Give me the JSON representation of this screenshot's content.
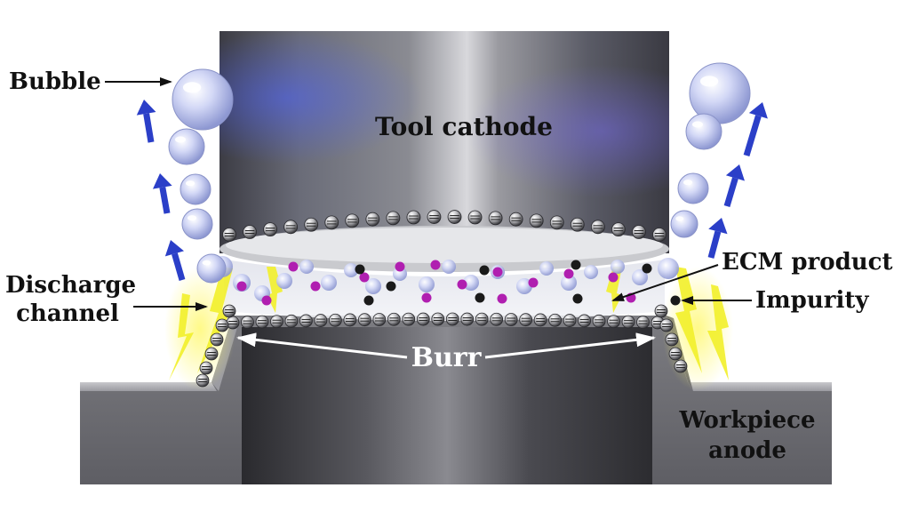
{
  "labels": {
    "tool_cathode": "Tool cathode",
    "bubble": "Bubble",
    "ecm_product": "ECM product",
    "impurity": "Impurity",
    "discharge_line1": "Discharge",
    "discharge_line2": "channel",
    "burr": "Burr",
    "workpiece_line1": "Workpiece",
    "workpiece_line2": "anode"
  },
  "colors": {
    "background": "#ffffff",
    "flow_arrow": "#2b3fc8",
    "spark": "#f2ef2a",
    "ecm_product": "#b01fb0",
    "impurity": "#1a1a1a",
    "bubble": "#b9c2ee"
  }
}
